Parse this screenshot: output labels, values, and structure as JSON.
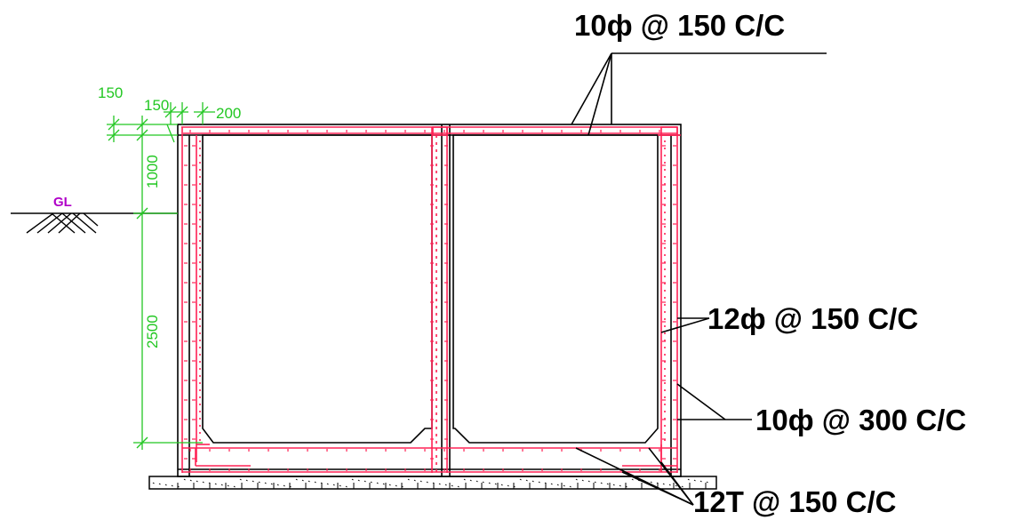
{
  "dimensions": {
    "top_slab_thk": "150",
    "wall_thk": "150",
    "mid_wall_thk": "200",
    "height_above_gl": "1000",
    "height_below_gl": "2500"
  },
  "ground_label": "GL",
  "rebar_labels": {
    "top_slab": "10ф @ 150 C/C",
    "wall_outer": "12ф @ 150 C/C",
    "wall_dist": "10ф @ 300 C/C",
    "base_slab": "12T @ 150 C/C"
  },
  "colors": {
    "concrete_line": "#000000",
    "rebar": "#ff2255",
    "dimension": "#22c722",
    "ground_label": "#b000c8",
    "label_text": "#000000"
  }
}
